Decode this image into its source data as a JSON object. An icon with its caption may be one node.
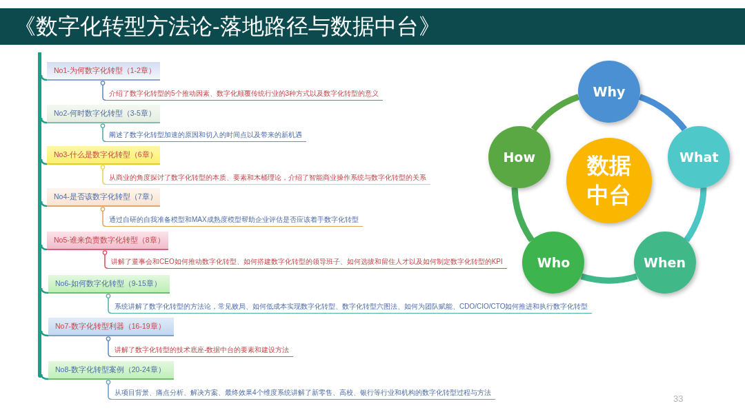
{
  "diagram": {
    "title": "《数字化转型方法论-落地路径与数据中台》",
    "nodes": [
      {
        "text": [],
        "shape": "bar"
      },
      {
        "text": [
          "No1-为何数字化转型（1-2章）"
        ]
      },
      {
        "text": [
          "介绍了数字化转型的5个推动因素、数字化颠覆传统行业的3种方式以及数字化转型的意义"
        ]
      },
      {
        "text": [
          "No2-何时数字化转型（3-5章）"
        ]
      },
      {
        "text": [
          "阐述了数字化转型加速的原因和切入的时间点以及带来的新机遇"
        ]
      },
      {
        "text": [
          "No3-什么是数字化转型（6章）"
        ]
      },
      {
        "text": [
          "从商业的角度探讨了数字化转型的本质、要素和木桶理论，介绍了智能商业操作系统与数字化转型的关系"
        ]
      },
      {
        "text": [
          "No4-是否该数字化转型（7章）"
        ]
      },
      {
        "text": [
          "通过自研的自我准备模型和MAX成熟度模型帮助企业评估是否应该着手数字化转型"
        ]
      },
      {
        "text": [
          "No5-谁来负责数字化转型（8章）"
        ]
      },
      {
        "text": [
          "讲解了董事会和CEO如何推动数字化转型、如何搭建数字化转型的领导班子、如何选拔和留住人才以及如何制定数字化转型的KPI"
        ]
      },
      {
        "text": [
          "No6-如何数字化转型（9-15章）"
        ]
      },
      {
        "text": [
          "系统讲解了数字化转型的方法论，常见败局、如何低成本实现数字化转型、数字化转型六图法、如何为团队赋能、CDO/CIO/CTO如何推进和执行数字化转型"
        ]
      },
      {
        "text": [
          "No7-数字化转型利器（16-19章）"
        ]
      },
      {
        "text": [
          "讲解了数字化转型的技术底座-数据中台的要素和建设方法"
        ]
      },
      {
        "text": [
          "No8-数字化转型案例（20-24章）"
        ]
      },
      {
        "text": [
          "从项目背景、痛点分析、解决方案、最终效果4个维度系统讲解了新零售、高校、银行等行业和机构的数字化转型过程与方法"
        ]
      },
      {
        "text": [
          "Why"
        ]
      },
      {
        "text": [
          "How"
        ]
      },
      {
        "text": [
          "数据中台"
        ]
      },
      {
        "text": [
          "What"
        ]
      },
      {
        "text": [
          "Who"
        ]
      },
      {
        "text": [
          "When"
        ]
      }
    ],
    "edges": [
      {
        "from": 0,
        "to": 1,
        "arrow": "none"
      },
      {
        "from": 1,
        "to": 2,
        "arrow": "other",
        "color": "#5b86bd"
      },
      {
        "from": 0,
        "to": 3,
        "arrow": "none"
      },
      {
        "from": 3,
        "to": 4,
        "arrow": "other",
        "color": "#4aa6a0"
      },
      {
        "from": 0,
        "to": 5,
        "arrow": "none"
      },
      {
        "from": 5,
        "to": 6,
        "arrow": "other",
        "color": "#e6d44a"
      },
      {
        "from": 0,
        "to": 7,
        "arrow": "none"
      },
      {
        "from": 7,
        "to": 8,
        "arrow": "other",
        "color": "#e0a450"
      },
      {
        "from": 0,
        "to": 9,
        "arrow": "none"
      },
      {
        "from": 9,
        "to": 10,
        "arrow": "other",
        "color": "#d94a5a"
      },
      {
        "from": 0,
        "to": 11,
        "arrow": "none"
      },
      {
        "from": 11,
        "to": 12,
        "arrow": "other",
        "color": "#4ab0a8"
      },
      {
        "from": 0,
        "to": 13,
        "arrow": "none"
      },
      {
        "from": 13,
        "to": 14,
        "arrow": "other",
        "color": "#5a86c0"
      },
      {
        "from": 0,
        "to": 15,
        "arrow": "none"
      },
      {
        "from": 15,
        "to": 16,
        "arrow": "other",
        "color": "#6a9ad0"
      },
      {
        "from": 17,
        "to": 20,
        "arrow": "none",
        "style": "thick",
        "color": "#4a8fd4"
      },
      {
        "from": 20,
        "to": 22,
        "arrow": "none",
        "style": "thick",
        "color": "#4cc6c4"
      },
      {
        "from": 22,
        "to": 21,
        "arrow": "none",
        "style": "thick",
        "color": "#41b88a"
      },
      {
        "from": 21,
        "to": 18,
        "arrow": "none",
        "style": "thick",
        "color": "#47ad5a"
      },
      {
        "from": 18,
        "to": 17,
        "arrow": "none",
        "style": "thick",
        "color": "#5aa845"
      }
    ],
    "labels": [
      "33"
    ]
  }
}
